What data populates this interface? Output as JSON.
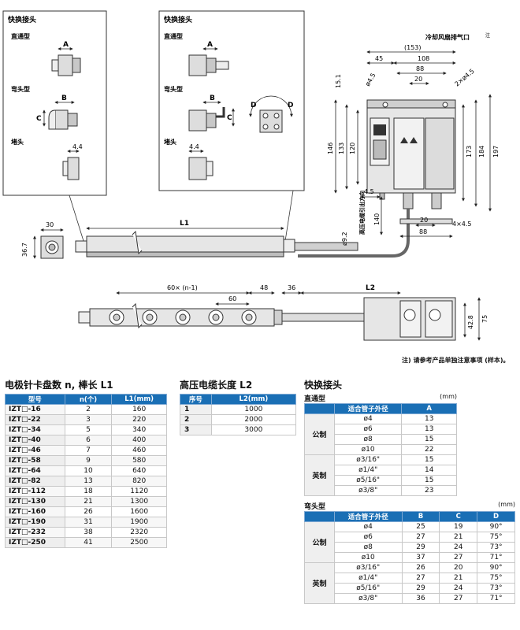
{
  "drawing": {
    "inset1": {
      "title": "快换接头",
      "straight": "直通型",
      "elbow": "弯头型",
      "plug": "堵头",
      "dim_a": "A",
      "dim_b": "B",
      "dim_c": "C",
      "dim_plug": "4.4"
    },
    "inset2": {
      "title": "快换接头",
      "straight": "直通型",
      "elbow": "弯头型",
      "plug": "堵头",
      "dim_a": "A",
      "dim_b": "B",
      "dim_c": "C",
      "dim_d": "D",
      "dim_plug": "4.4"
    },
    "controller": {
      "fan_label": "冷却风扇排气口",
      "fan_note": "注",
      "d153": "(153)",
      "d45": "45",
      "d108": "108",
      "d88": "88",
      "d20": "20",
      "hole_left": "ø4.5",
      "hole_right": "2×ø4.5",
      "d15_1": "15.1",
      "d146": "146",
      "d133": "133",
      "d120": "120",
      "d173": "173",
      "d184": "184",
      "d197": "197",
      "d4_5": "4.5",
      "side_label": "高压电缆引出方向",
      "d140": "140",
      "d20b": "20",
      "d88b": "88",
      "holes_b": "4×4.5",
      "d9_2": "ø9.2"
    },
    "side": {
      "d30": "30",
      "d36_7": "36.7",
      "L1": "L1"
    },
    "top": {
      "pitch": "60× (n-1)",
      "d60": "60",
      "d48": "48",
      "d36": "36",
      "L2": "L2",
      "d42_8": "42.8",
      "d75": "75"
    },
    "footnote": "注) 请参考产品单独注意事项 (样本)。"
  },
  "table1": {
    "title": "电极针卡盘数 n, 棒长 L1",
    "headers": [
      "型号",
      "n(个)",
      "L1(mm)"
    ],
    "rows": [
      [
        "IZT□-16",
        "2",
        "160"
      ],
      [
        "IZT□-22",
        "3",
        "220"
      ],
      [
        "IZT□-34",
        "5",
        "340"
      ],
      [
        "IZT□-40",
        "6",
        "400"
      ],
      [
        "IZT□-46",
        "7",
        "460"
      ],
      [
        "IZT□-58",
        "9",
        "580"
      ],
      [
        "IZT□-64",
        "10",
        "640"
      ],
      [
        "IZT□-82",
        "13",
        "820"
      ],
      [
        "IZT□-112",
        "18",
        "1120"
      ],
      [
        "IZT□-130",
        "21",
        "1300"
      ],
      [
        "IZT□-160",
        "26",
        "1600"
      ],
      [
        "IZT□-190",
        "31",
        "1900"
      ],
      [
        "IZT□-232",
        "38",
        "2320"
      ],
      [
        "IZT□-250",
        "41",
        "2500"
      ]
    ]
  },
  "table2": {
    "title": "高压电缆长度 L2",
    "headers": [
      "序号",
      "L2(mm)"
    ],
    "rows": [
      [
        "1",
        "1000"
      ],
      [
        "2",
        "2000"
      ],
      [
        "3",
        "3000"
      ]
    ]
  },
  "table3": {
    "title": "快换接头",
    "straight": {
      "subtitle": "直通型",
      "unit": "(mm)",
      "headers": [
        "",
        "适合管子外径",
        "A"
      ],
      "groups": [
        {
          "name": "公制",
          "rows": [
            [
              "ø4",
              "13"
            ],
            [
              "ø6",
              "13"
            ],
            [
              "ø8",
              "15"
            ],
            [
              "ø10",
              "22"
            ]
          ]
        },
        {
          "name": "英制",
          "rows": [
            [
              "ø3/16\"",
              "15"
            ],
            [
              "ø1/4\"",
              "14"
            ],
            [
              "ø5/16\"",
              "15"
            ],
            [
              "ø3/8\"",
              "23"
            ]
          ]
        }
      ]
    },
    "elbow": {
      "subtitle": "弯头型",
      "unit": "(mm)",
      "headers": [
        "",
        "适合管子外径",
        "B",
        "C",
        "D"
      ],
      "groups": [
        {
          "name": "公制",
          "rows": [
            [
              "ø4",
              "25",
              "19",
              "90°"
            ],
            [
              "ø6",
              "27",
              "21",
              "75°"
            ],
            [
              "ø8",
              "29",
              "24",
              "73°"
            ],
            [
              "ø10",
              "37",
              "27",
              "71°"
            ]
          ]
        },
        {
          "name": "英制",
          "rows": [
            [
              "ø3/16\"",
              "26",
              "20",
              "90°"
            ],
            [
              "ø1/4\"",
              "27",
              "21",
              "75°"
            ],
            [
              "ø5/16\"",
              "29",
              "24",
              "73°"
            ],
            [
              "ø3/8\"",
              "36",
              "27",
              "71°"
            ]
          ]
        }
      ]
    }
  },
  "colors": {
    "header_blue": "#1a6fb5",
    "line": "#222222",
    "body_gray": "#d9d9d9"
  }
}
